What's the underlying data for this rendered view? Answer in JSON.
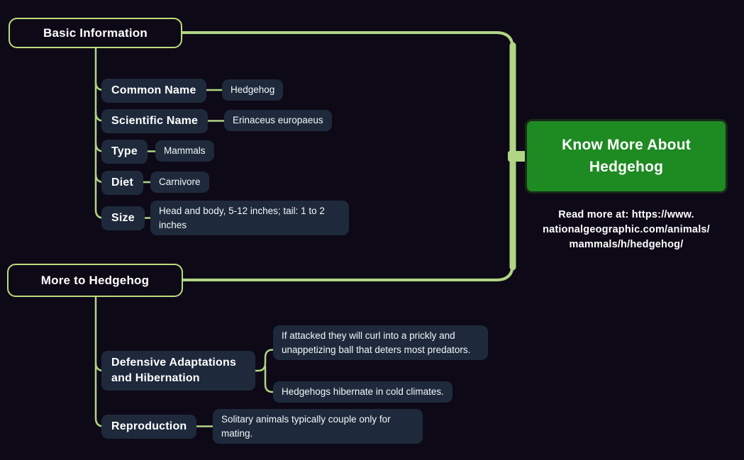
{
  "colors": {
    "background": "#0e0917",
    "branch_line": "#b0d584",
    "topic_border": "#bcdc7d",
    "card_fill": "#1e2a3b",
    "root_fill": "#1e8a22",
    "root_border": "#1a2a18",
    "text": "#ffffff"
  },
  "root": {
    "title": "Know More About Hedgehog",
    "note_lines": [
      "Read more at: https://www.",
      "nationalgeographic.com/animals/",
      "mammals/h/hedgehog/"
    ]
  },
  "sections": [
    {
      "title": "Basic Information",
      "rows": [
        {
          "label": "Common Name",
          "value": "Hedgehog"
        },
        {
          "label": "Scientific Name",
          "value": "Erinaceus europaeus"
        },
        {
          "label": "Type",
          "value": "Mammals"
        },
        {
          "label": "Diet",
          "value": "Carnivore"
        },
        {
          "label": "Size",
          "value": "Head and body, 5-12 inches; tail: 1 to 2 inches"
        }
      ]
    },
    {
      "title": "More to Hedgehog",
      "rows": [
        {
          "label": "Defensive Adaptations and Hibernation",
          "notes": [
            "If attacked they will curl into a prickly and unappetizing ball that deters most predators.",
            "Hedgehogs hibernate in cold climates."
          ]
        },
        {
          "label": "Reproduction",
          "value": "Solitary animals typically couple only for mating."
        }
      ]
    }
  ]
}
